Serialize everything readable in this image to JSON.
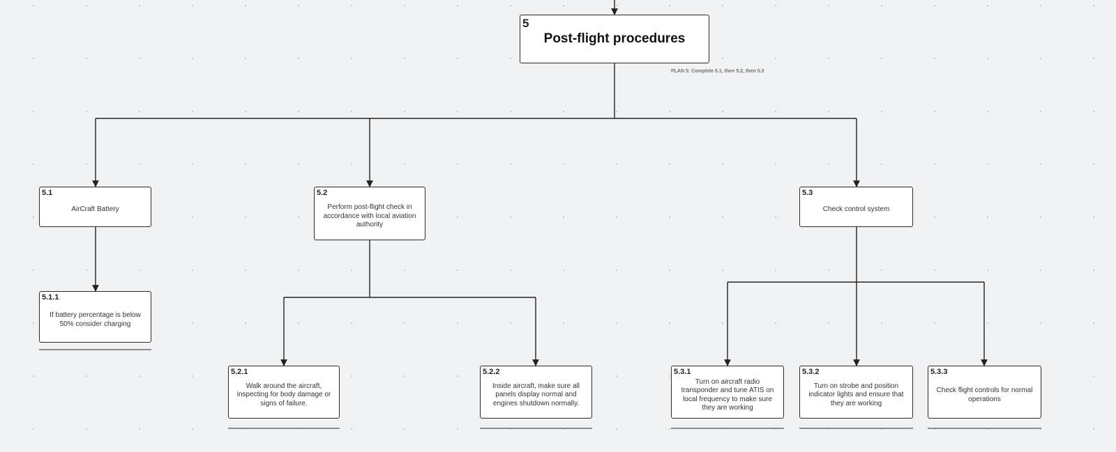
{
  "root": {
    "id": "5",
    "title": "Post-flight procedures",
    "plan": "PLAN 5: Complete 5.1, then 5.2, then 5.3"
  },
  "tasks": {
    "t5_1": {
      "id": "5.1",
      "text": "AirCraft Battery"
    },
    "t5_1_1": {
      "id": "5.1.1",
      "text": "If  battery percentage is below 50% consider charging"
    },
    "t5_2": {
      "id": "5.2",
      "text": "Perform post-flight check in accordance with local aviation authority"
    },
    "t5_2_1": {
      "id": "5.2.1",
      "text": "Walk around the aircraft, inspecting for body damage or signs of failure."
    },
    "t5_2_2": {
      "id": "5.2.2",
      "text": "Inside aircraft, make sure all panels display normal and engines shutdown normally."
    },
    "t5_3": {
      "id": "5.3",
      "text": "Check control system"
    },
    "t5_3_1": {
      "id": "5.3.1",
      "text": "Turn on aircraft radio transponder and tune ATIS on local frequency to make sure they are working"
    },
    "t5_3_2": {
      "id": "5.3.2",
      "text": "Turn on strobe and position indicator lights and ensure that they are working"
    },
    "t5_3_3": {
      "id": "5.3.3",
      "text": "Check flight controls for normal operations"
    }
  },
  "colors": {
    "canvas": "#f1f2f4",
    "box_fill": "#ffffff",
    "box_border": "#2b2b2b",
    "connector": "#222222",
    "underline": "#8a8d92"
  }
}
